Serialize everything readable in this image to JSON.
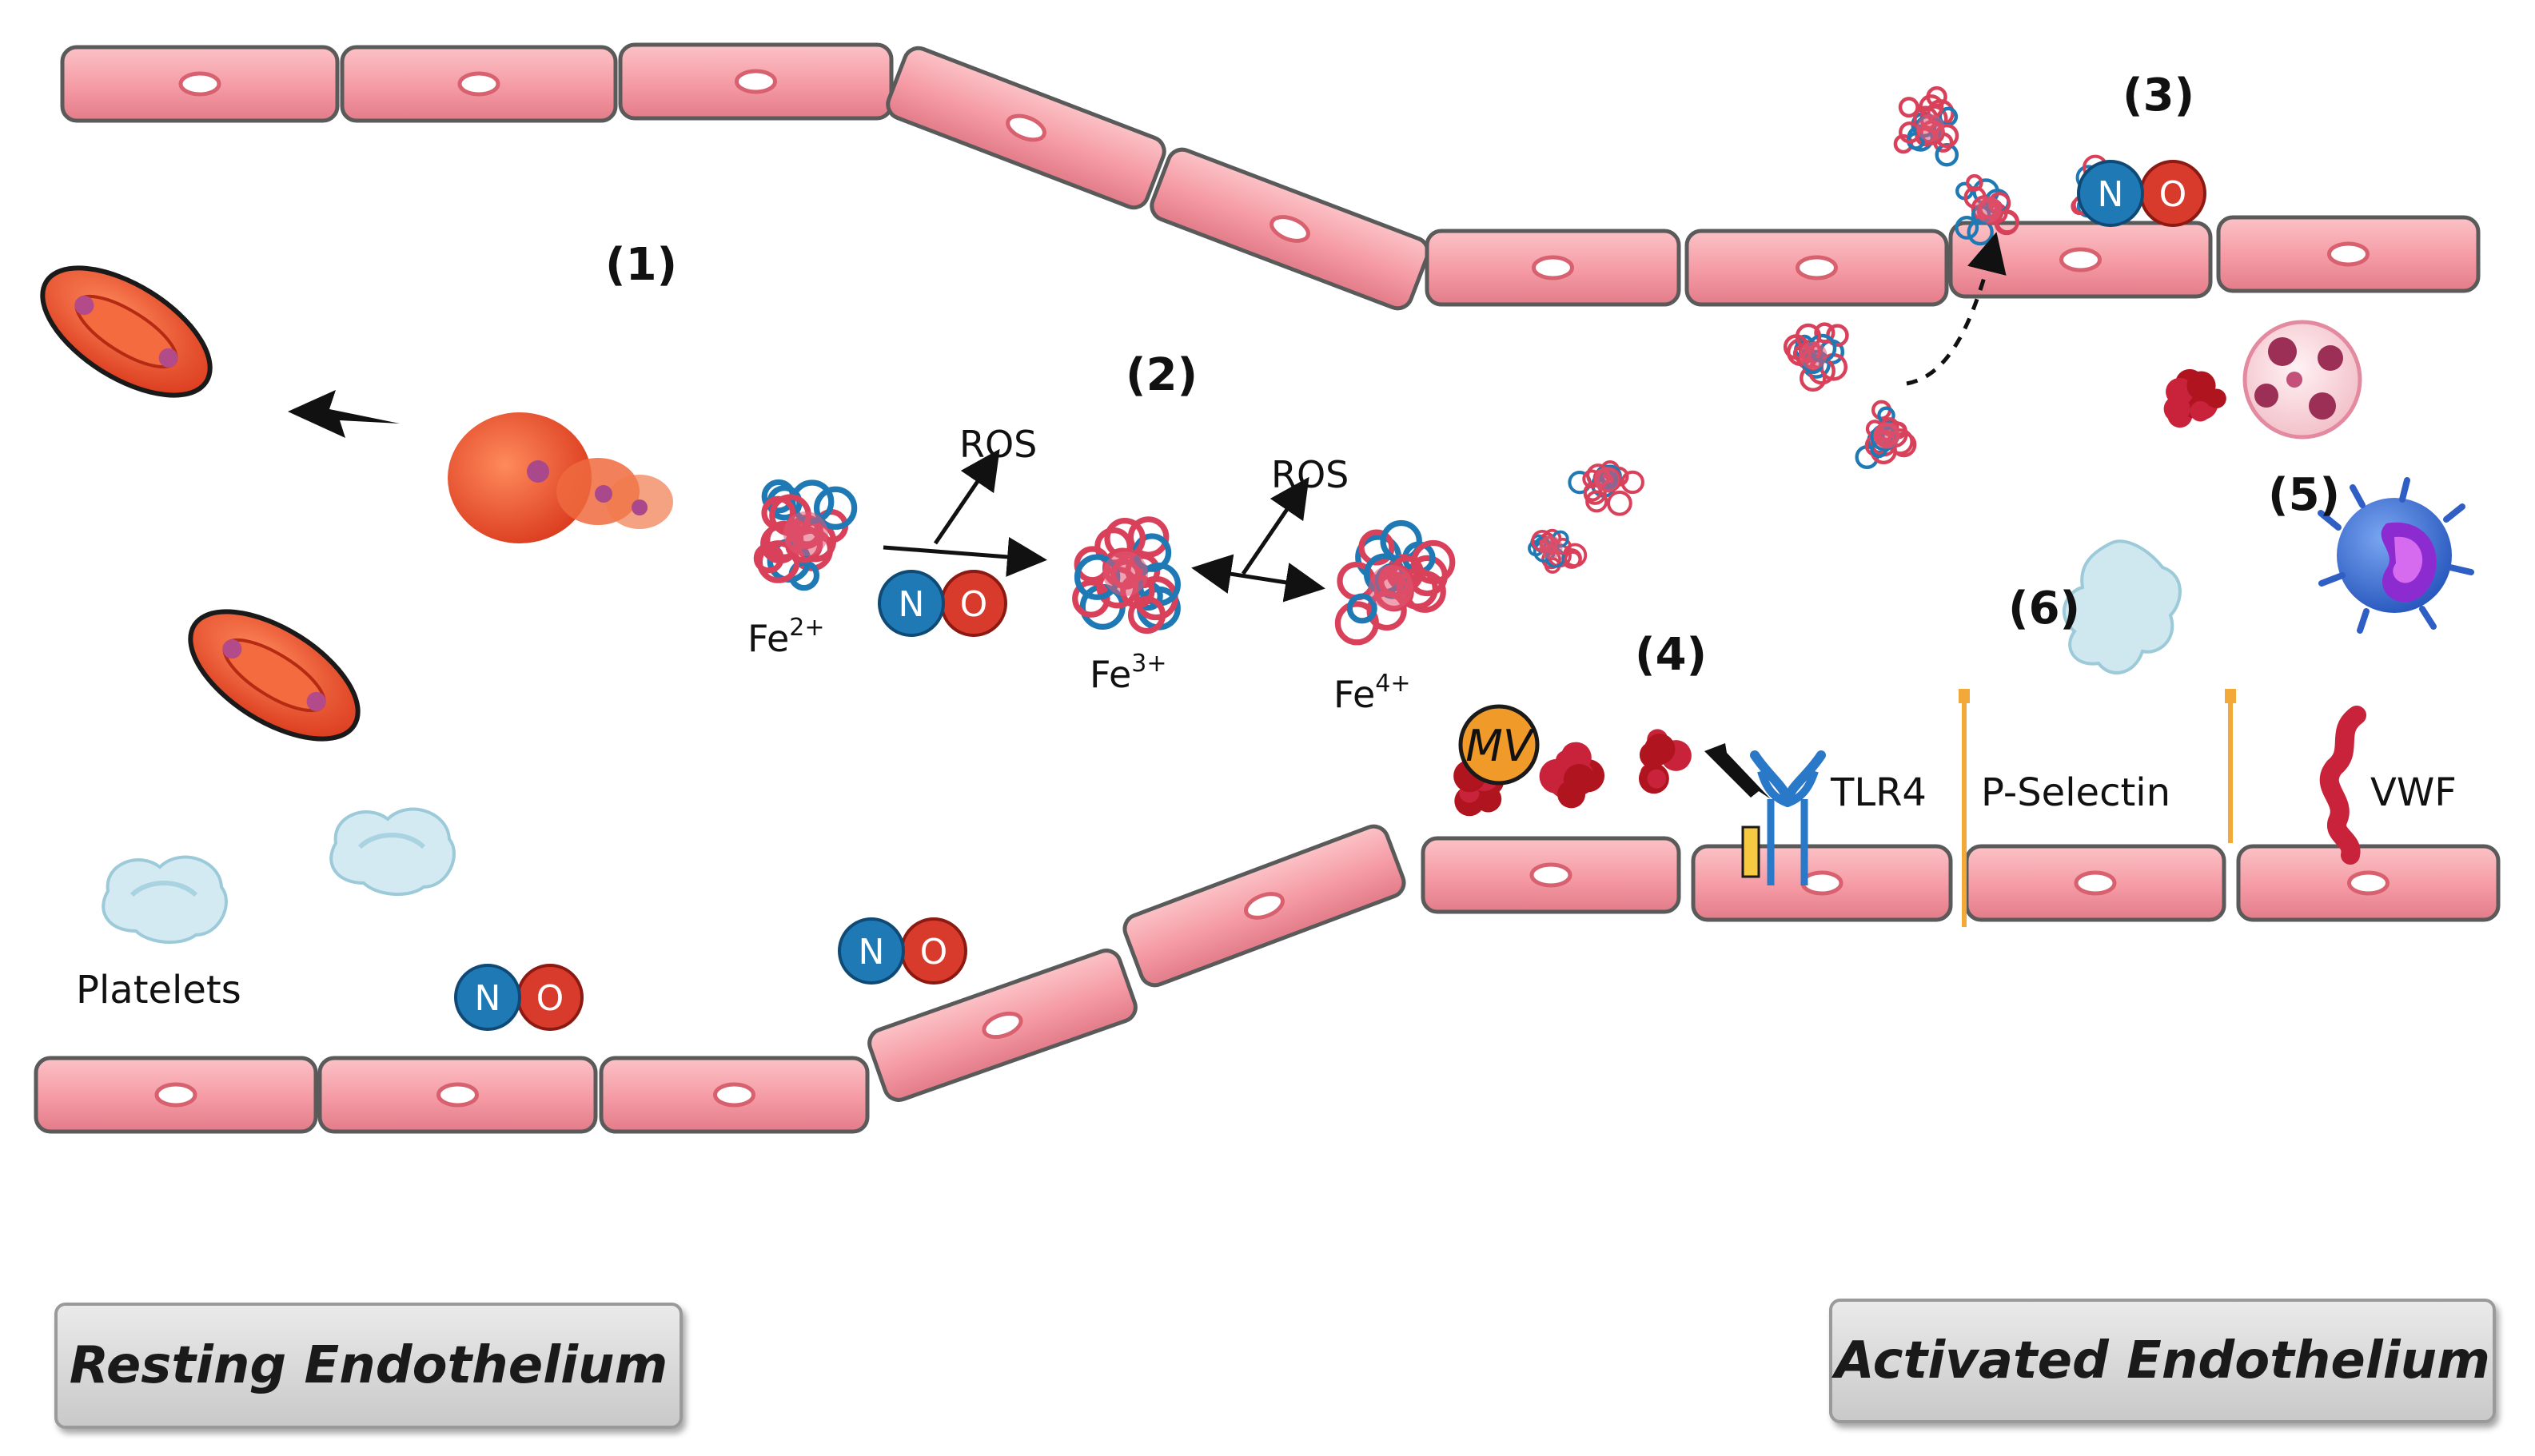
{
  "steps": [
    "(1)",
    "(2)",
    "(3)",
    "(4)",
    "(5)",
    "(6)"
  ],
  "iron": {
    "fe2": "Fe",
    "fe2_sup": "2+",
    "fe3": "Fe",
    "fe3_sup": "3+",
    "fe4": "Fe",
    "fe4_sup": "4+"
  },
  "ros": "ROS",
  "no_molecule": {
    "n": "N",
    "o": "O"
  },
  "platelets": "Platelets",
  "microvesicle": "MV",
  "receptors": {
    "tlr4": "TLR4",
    "p_selectin": "P-Selectin",
    "vwf": "VWF"
  },
  "panels": {
    "resting": "Resting Endothelium",
    "activated": "Activated Endothelium"
  },
  "colors": {
    "endothelial_cell": "#f7a5ad",
    "rbc": "#e2461f",
    "no_blue": "#1f79b4",
    "o_red": "#d83a2c",
    "heme_red": "#c8233a",
    "platelet": "#cfe7ee",
    "monocyte": "#3a6fd8",
    "receptor_blue": "#2a78c8",
    "selectin_orange": "#f3a93a"
  }
}
